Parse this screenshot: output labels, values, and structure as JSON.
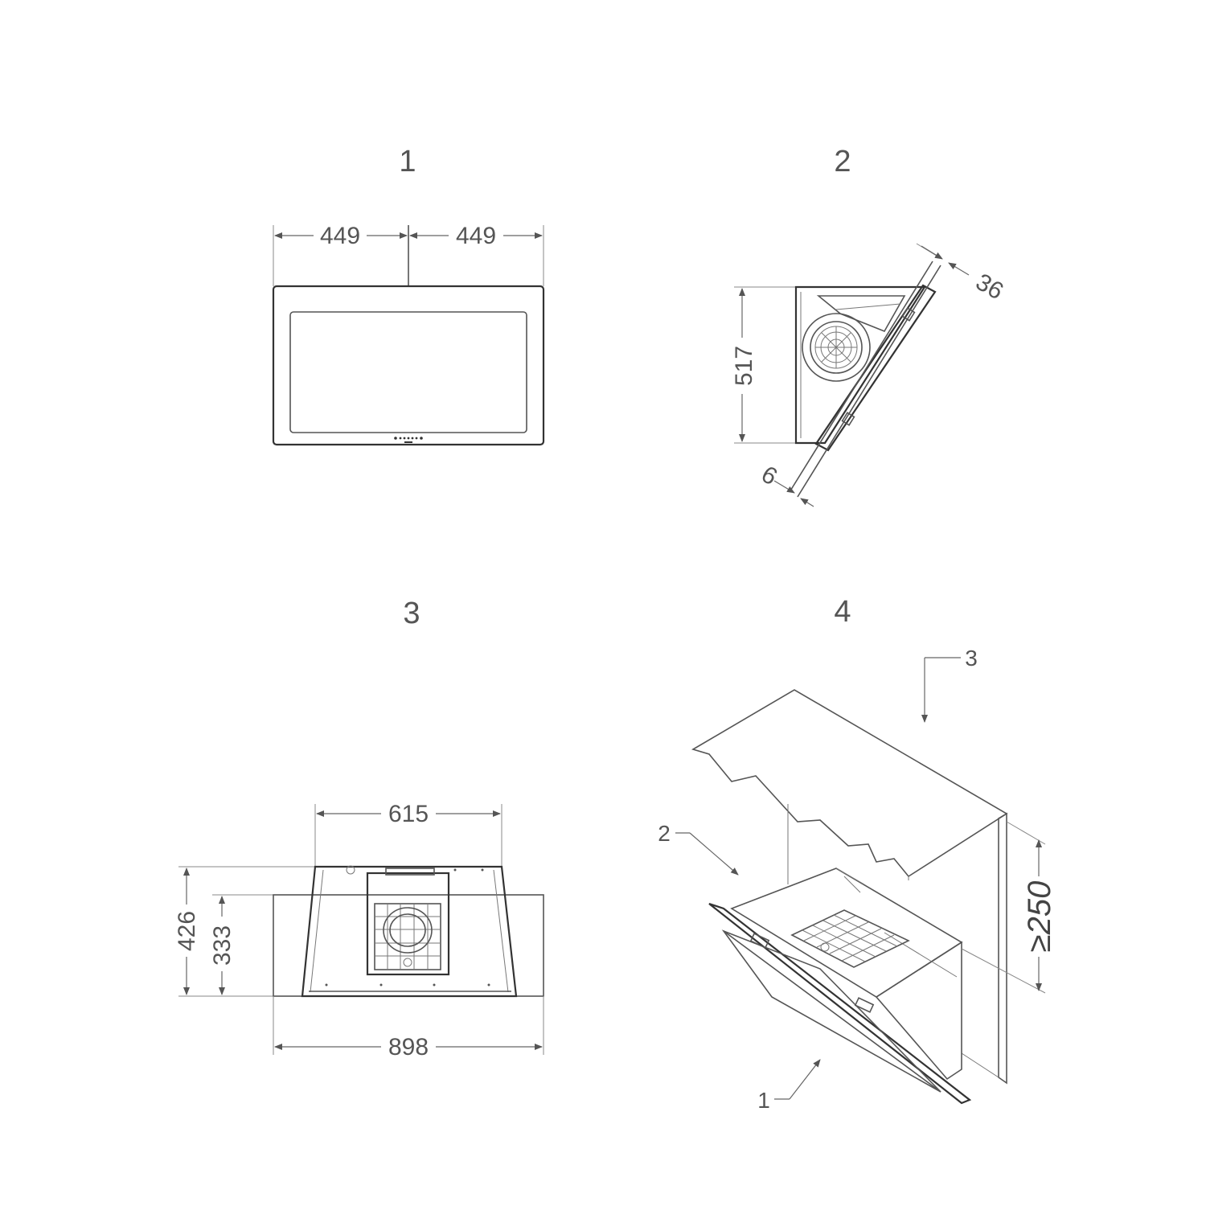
{
  "colors": {
    "line": "#555555",
    "text": "#555555",
    "background": "#ffffff"
  },
  "views": {
    "front": {
      "number": "1",
      "dim_left": "449",
      "dim_right": "449"
    },
    "side": {
      "number": "2",
      "height": "517",
      "glass_offset": "36",
      "glass_thickness": "6"
    },
    "bottom": {
      "number": "3",
      "top_width": "615",
      "total_width": "898",
      "depth_outer": "426",
      "depth_inner": "333"
    },
    "install": {
      "number": "4",
      "label_hood": "1",
      "label_body": "2",
      "label_cabinet": "3",
      "min_distance": "≥250"
    }
  }
}
